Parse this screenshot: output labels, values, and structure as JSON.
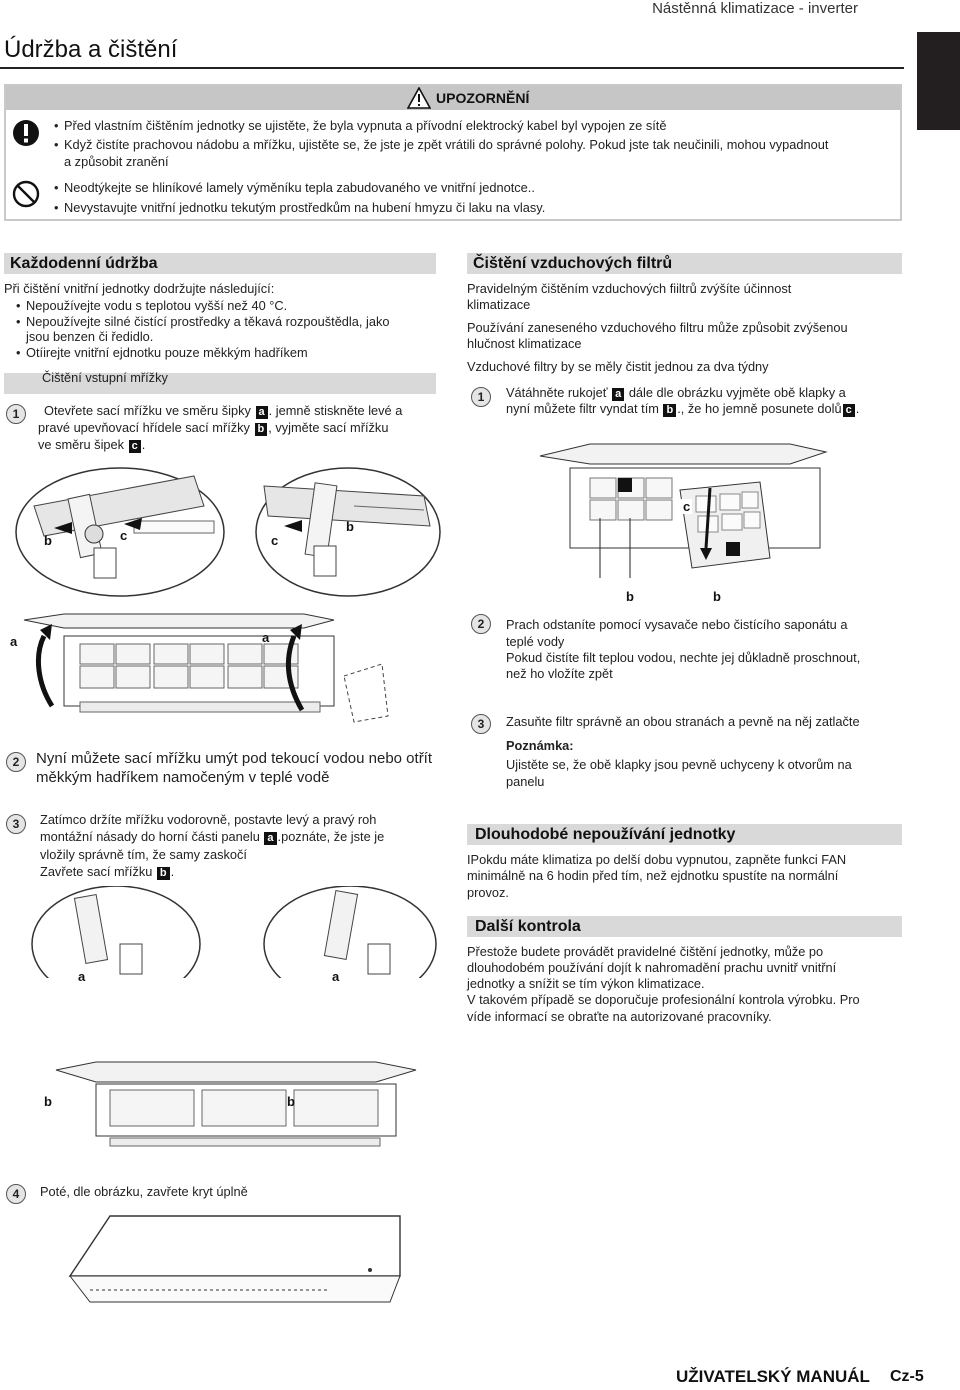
{
  "header": {
    "running_title": "Nástěnná klimatizace - inverter",
    "page_title": "Údržba a čištění"
  },
  "warning": {
    "heading": "UPOZORNĚNÍ",
    "caution_items": [
      "Před vlastním čištěním jednotky se ujistěte, že byla vypnuta a přívodní elektrocký kabel byl vypojen ze sítě",
      "Když čistíte prachovou nádobu a  mřížku, ujistěte se, že jste je zpět vrátili do správné polohy. Pokud jste tak neučinili, mohou vypadnout",
      "a způsobit zranění"
    ],
    "prohibit_items": [
      "Neodtýkejte se hliníkové lamely výměníku tepla zabudovaného ve vnitřní jednotce..",
      "Nevystavujte vnitřní jednotku tekutým prostředkům na hubení hmyzu či laku na vlasy."
    ]
  },
  "daily": {
    "title": "Každodenní údržba",
    "intro": "Při čištění vnitřní jednotky dodržujte následující:",
    "bullets": [
      "Nepoužívejte  vodu s teplotou vyšší než 40 °C.",
      "Nepoužívejte silné čistící prostředky a těkavá rozpouštědla, jako",
      "jsou benzen či ředidlo.",
      "Otíirejte vnitřní ejdnotku pouze měkkým hadříkem"
    ],
    "subheading": "Čištění vstupní mřížky",
    "step1": {
      "num": "1",
      "line1a": "Otevřete sací mřížku ve směru šipky",
      "tag_a": "a",
      "line1b": ". jemně stiskněte levé a",
      "line2a": "pravé upevňovací hřídele sací mřížky",
      "tag_b": "b",
      "line2b": ", vyjměte sací mřížku",
      "line3a": "ve směru šipek",
      "tag_c": "c",
      "line3b": "."
    },
    "step2": {
      "num": "2",
      "line1": "Nyní můžete sací mřížku umýt pod tekoucí vodou nebo otřít",
      "line2": "měkkým hadříkem namočeným v teplé vodě"
    },
    "step3": {
      "num": "3",
      "line1": "Zatímco držíte mřížku vodorovně, postavte levý a pravý roh",
      "line2a": "montážní násady do horní části panelu",
      "tag_a": "a",
      "line2b": ".poznáte, že jste je",
      "line3": "vložily správně tím, že samy zaskočí",
      "line4a": "Zavřete sací mřížku",
      "tag_b": "b",
      "line4b": "."
    },
    "step4": {
      "num": "4",
      "line1": "Poté, dle obrázku, zavřete kryt úplně"
    }
  },
  "filters": {
    "title": "Čištění vzduchových filtrů",
    "p1a": "Pravidelným čištěním vzduchových fiiltrů zvýšíte účinnost",
    "p1b": "klimatizace",
    "p2a": "Používání zaneseného vzduchového filtru může způsobit zvýšenou",
    "p2b": "hlučnost klimatizace",
    "p3": "Vzduchové filtry by se měly čistit jednou za dva týdny",
    "step1": {
      "num": "1",
      "line1a": "Vátáhněte rukojeť",
      "tag_a": "a",
      "line1b": "dále dle obrázku vyjměte obě klapky a",
      "line2a": "nyní můžete filtr vyndat tím",
      "tag_b": "b",
      "line2b": "., že ho jemně posunete dolů",
      "tag_c": "c",
      "line2c": "."
    },
    "step2": {
      "num": "2",
      "line1": "Prach odstaníte pomocí vysavače nebo čistícího saponátu a",
      "line2": "teplé vody",
      "line3": "Pokud čistíte filt teplou vodou, nechte jej důkladně proschnout,",
      "line4": "než ho vložíte zpět"
    },
    "step3": {
      "num": "3",
      "line1": "Zasuňte filtr správně an obou stranách a pevně na něj zatlačte",
      "note_label": "Poznámka:",
      "note1": "Ujistěte se, že obě klapky jsou pevně uchyceny k otvorům na",
      "note2": "panelu"
    }
  },
  "long_term": {
    "title": "Dlouhodobé nepoužívání jednotky",
    "l1": "IPokdu máte klimatiza po delší dobu vypnutou, zapněte funkci FAN",
    "l2": "minimálně na 6 hodin před tím, než ejdnotku spustíte na normální",
    "l3": "provoz."
  },
  "inspection": {
    "title": "Další kontrola",
    "l1": "Přestože budete provádět pravidelné čištění jednotky, může po",
    "l2": "dlouhodobém používání dojít k nahromadění prachu uvnitř vnitřní",
    "l3": "jednotky a snížit se tím výkon klimatizace.",
    "l4": "V takovém případě se doporučuje profesionální kontrola výrobku. Pro",
    "l5": "víde informací se obraťte na autorizované pracovníky."
  },
  "labels": {
    "a": "a",
    "b": "b",
    "c": "c"
  },
  "footer": {
    "manual": "UŽIVATELSKÝ MANUÁL",
    "page": "Cz-5"
  }
}
